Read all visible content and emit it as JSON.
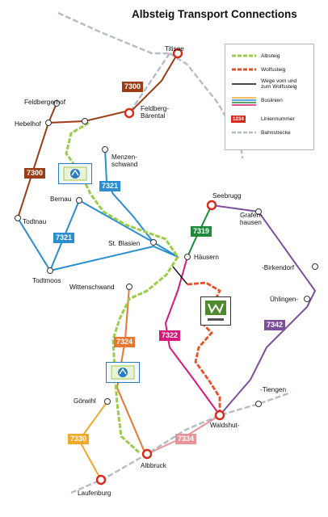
{
  "title": "Albsteig Transport Connections",
  "places": {
    "titisee": "Titisee",
    "feldbergerhof": "Feldbergerhof",
    "hebelhof": "Hebelhof",
    "feldberg_baerental": "Feldberg-\nBärental",
    "menzenschwand": "Menzen-\nschwand",
    "bernau": "Bernau",
    "todtnau": "Todtnau",
    "seebrugg": "Seebrugg",
    "grafenhausen": "Grafen-\nhausen",
    "st_blasien": "St. Blasien",
    "haeusern": "Häusern",
    "birkendorf": "-Birkendorf",
    "todtmoos": "Todtmoos",
    "wittenschwand": "Wittenschwand",
    "uehlingen": "Ühlingen-",
    "tiengen": "-Tiengen",
    "goerwihl": "Görwihl",
    "waldshut": "Waldshut-",
    "albbruck": "Albbruck",
    "laufenburg": "Laufenburg"
  },
  "routes": {
    "r7300_top": {
      "label": "7300",
      "color": "#9b3d17"
    },
    "r7300_left": {
      "label": "7300",
      "color": "#9b3d17"
    },
    "r7321_mid": {
      "label": "7321",
      "color": "#2a8ed0"
    },
    "r7321_left": {
      "label": "7321",
      "color": "#2a8ed0"
    },
    "r7319": {
      "label": "7319",
      "color": "#1e8a3a"
    },
    "r7342": {
      "label": "7342",
      "color": "#7c4f9c"
    },
    "r7322": {
      "label": "7322",
      "color": "#d6197a"
    },
    "r7324": {
      "label": "7324",
      "color": "#e8772f"
    },
    "r7330": {
      "label": "7330",
      "color": "#f0a92b"
    },
    "r7334": {
      "label": "7334",
      "color": "#e8939a"
    }
  },
  "legend": {
    "albsteig": "Albsteig",
    "wolfssteig": "Wolfssteig",
    "wege": "Wege vom und\nzum Wolfssteig",
    "buslinien": "Buslinien",
    "liniennummer_badge": "1234",
    "liniennummer": "Liniennummer",
    "bahnstrecke": "Bahnstrecke"
  },
  "colors": {
    "albsteig": "#9ccc4a",
    "wolfssteig": "#e8502a",
    "rail": "#b4bcc6",
    "station": "#d52b1e"
  },
  "icons": {
    "albsteig_logo": "albsteig-trail-logo",
    "wolfssteig_logo": "wolfssteig-logo"
  }
}
